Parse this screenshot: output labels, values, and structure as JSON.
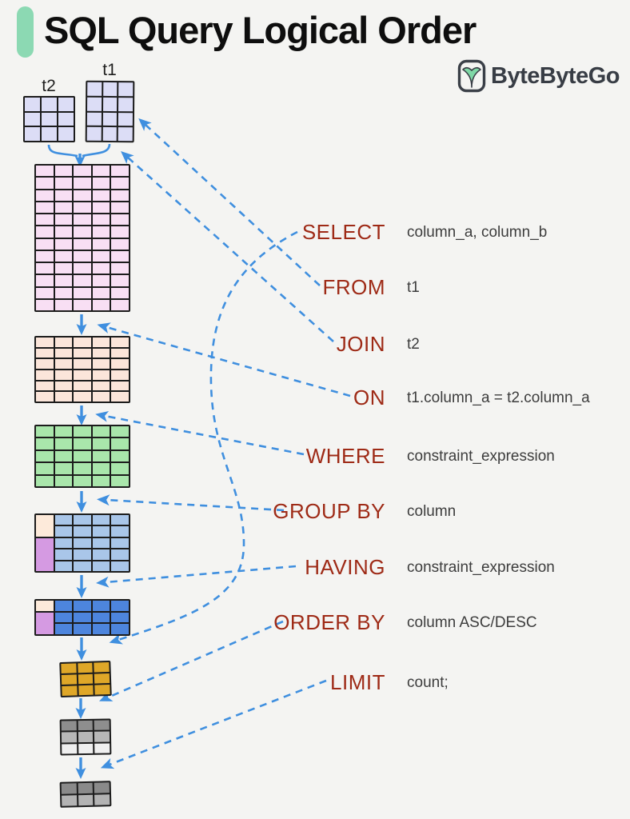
{
  "header": {
    "title": "SQL Query Logical Order"
  },
  "brand": {
    "name": "ByteByteGo"
  },
  "clauses": [
    {
      "keyword": "SELECT",
      "argument": "column_a, column_b"
    },
    {
      "keyword": "FROM",
      "argument": "t1"
    },
    {
      "keyword": "JOIN",
      "argument": "t2"
    },
    {
      "keyword": "ON",
      "argument": "t1.column_a = t2.column_a"
    },
    {
      "keyword": "WHERE",
      "argument": "constraint_expression"
    },
    {
      "keyword": "GROUP BY",
      "argument": "column"
    },
    {
      "keyword": "HAVING",
      "argument": "constraint_expression"
    },
    {
      "keyword": "ORDER BY",
      "argument": "column ASC/DESC"
    },
    {
      "keyword": "LIMIT",
      "argument": "count;"
    }
  ],
  "tables": [
    {
      "id": "t2",
      "label": "t2",
      "cols": 3,
      "rows": 3,
      "fill": "#dcddf6"
    },
    {
      "id": "t1",
      "label": "t1",
      "cols": 3,
      "rows": 4,
      "fill": "#dcddf6"
    },
    {
      "id": "join-product",
      "cols": 5,
      "rows": 12,
      "fill": "#f8dff4"
    },
    {
      "id": "on-result",
      "cols": 5,
      "rows": 6,
      "fill": "#fbe5da"
    },
    {
      "id": "where-result",
      "cols": 5,
      "rows": 5,
      "fill": "#a9e6ab"
    },
    {
      "id": "group-by-result",
      "cols": 5,
      "rows": 5,
      "fill": "#a9c6e9",
      "key_col": {
        "top_fill": "#fdeada",
        "top_span": 2,
        "bottom_fill": "#d59ae2",
        "bottom_span": 3
      }
    },
    {
      "id": "having-result",
      "cols": 5,
      "rows": 3,
      "fill": "#4d85dd",
      "key_col": {
        "top_fill": "#fdeada",
        "top_span": 1,
        "bottom_fill": "#d59ae2",
        "bottom_span": 2
      }
    },
    {
      "id": "select-result",
      "cols": 3,
      "rows": 3,
      "fill": "#dfa728"
    },
    {
      "id": "order-by-result",
      "cols": 3,
      "rows": 3,
      "row_fills": [
        "#8e8e8e",
        "#b7b7b7",
        "#efefef"
      ]
    },
    {
      "id": "limit-result",
      "cols": 3,
      "rows": 2,
      "row_fills": [
        "#8a8a8a",
        "#b3b3b3"
      ]
    }
  ],
  "colors": {
    "background": "#f4f4f2",
    "accent": "#8cd9b3",
    "keyword": "#9e2a16",
    "argument": "#3d3d3d",
    "arrow": "#3f8fdf",
    "table_border": "#1c1c1c",
    "logo_green": "#7fd8a6",
    "logo_outline": "#3b4048"
  }
}
